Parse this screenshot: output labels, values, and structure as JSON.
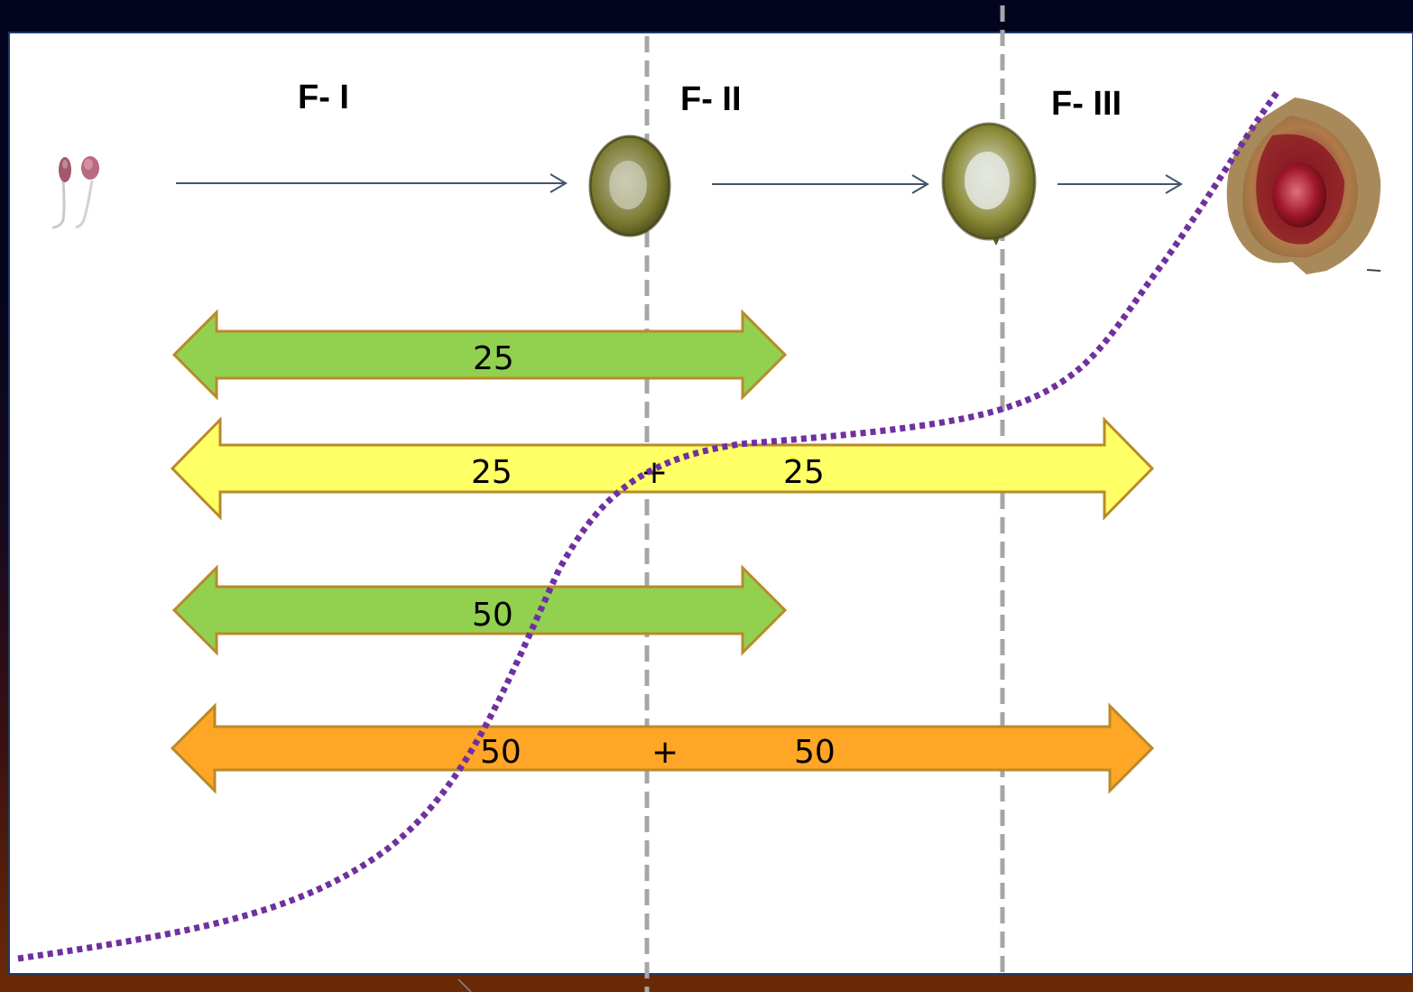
{
  "stages": [
    {
      "id": "f1",
      "label": "F- I"
    },
    {
      "id": "f2",
      "label": "F- II"
    },
    {
      "id": "f3",
      "label": "F- III"
    }
  ],
  "fruits": [
    {
      "name": "flower-bud-icon"
    },
    {
      "name": "small-fruit-icon"
    },
    {
      "name": "medium-fruit-icon"
    },
    {
      "name": "open-ripe-fruit-icon"
    }
  ],
  "bars": [
    {
      "name": "bar-1",
      "color": "#92d050",
      "stroke": "#b98a2a",
      "left_value": "25",
      "plus": "",
      "right_value": ""
    },
    {
      "name": "bar-2",
      "color": "#ffff66",
      "stroke": "#b98a2a",
      "left_value": "25",
      "plus": "+",
      "right_value": "25"
    },
    {
      "name": "bar-3",
      "color": "#92d050",
      "stroke": "#b98a2a",
      "left_value": "50",
      "plus": "",
      "right_value": ""
    },
    {
      "name": "bar-4",
      "color": "#ffa626",
      "stroke": "#b98a2a",
      "left_value": "50",
      "plus": "+",
      "right_value": "50"
    }
  ],
  "colors": {
    "curve": "#7030a0",
    "divider": "#a6a6a6",
    "arrow": "#44546a",
    "panel": "#ffffff"
  }
}
